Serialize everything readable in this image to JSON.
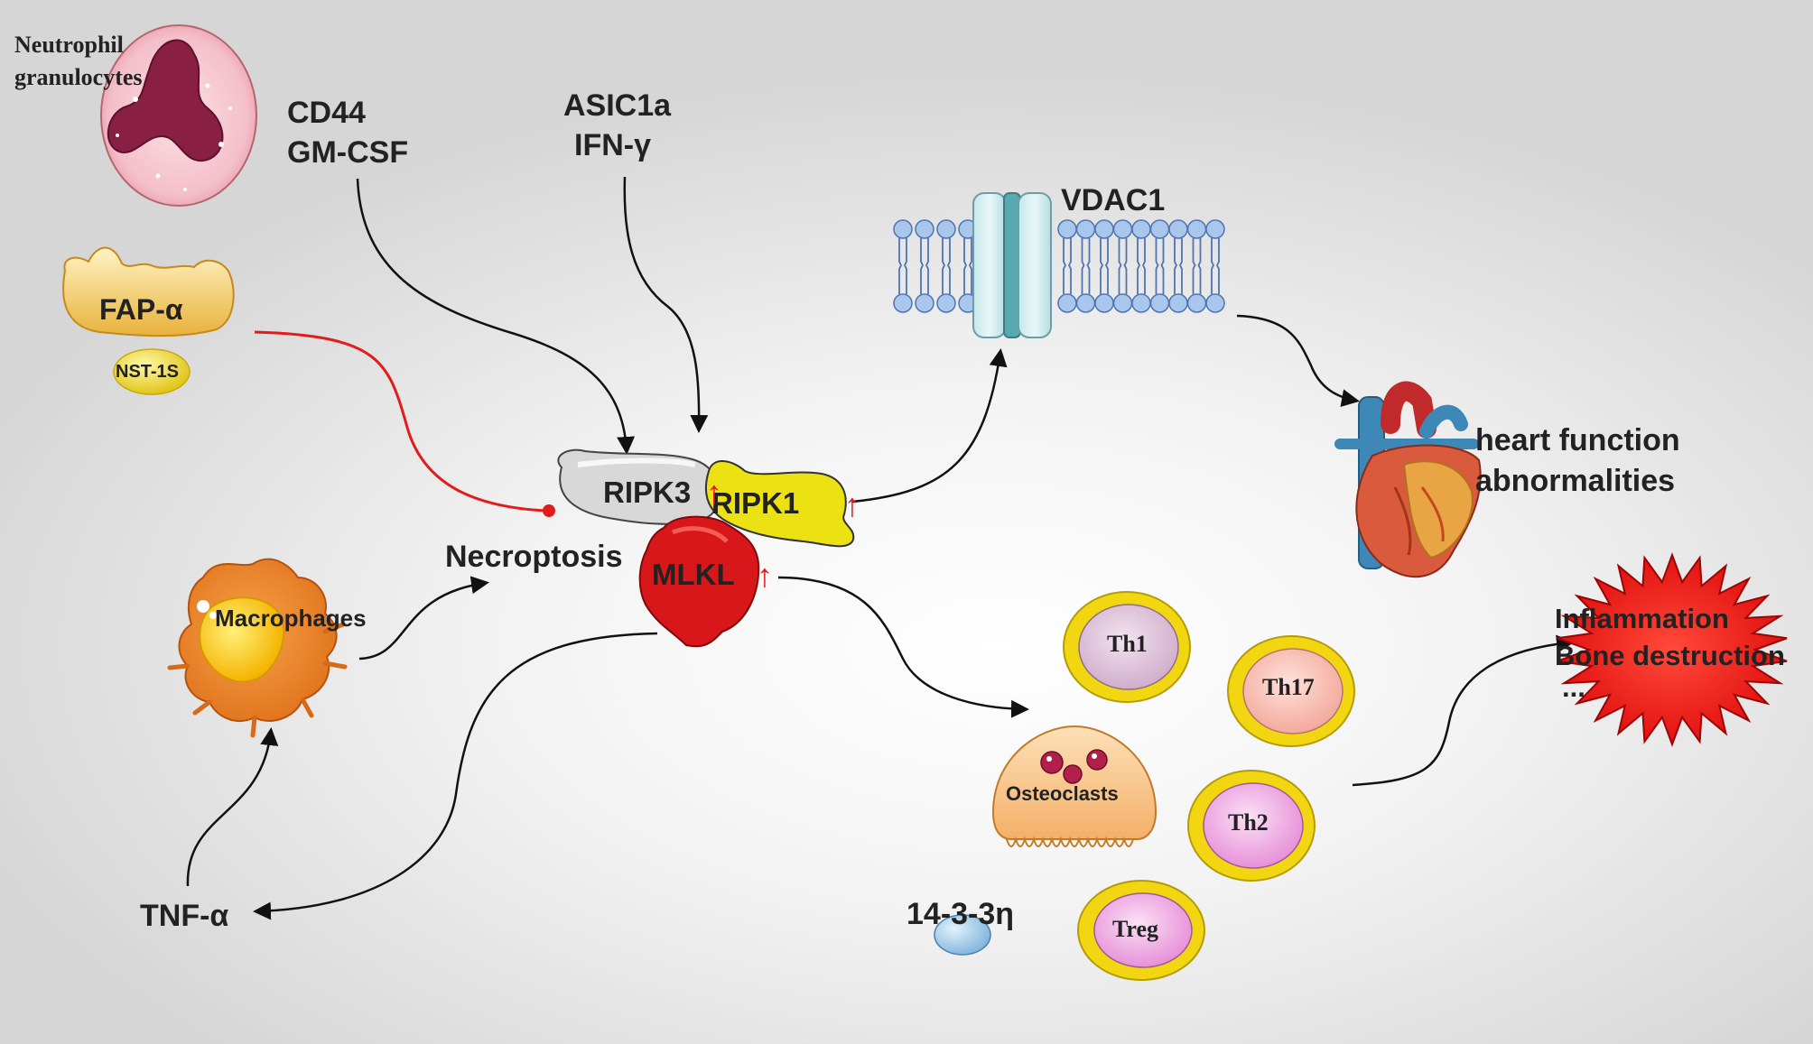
{
  "labels": {
    "neutrophil_line1": "Neutrophil",
    "neutrophil_line2": "granulocytes",
    "cd44": "CD44",
    "gmcsf": "GM-CSF",
    "asic1a": "ASIC1a",
    "ifng": "IFN-γ",
    "vdac1": "VDAC1",
    "fap": "FAP-α",
    "nst": "NST-1S",
    "ripk3": "RIPK3",
    "ripk1": "RIPK1",
    "mlkl": "MLKL",
    "necroptosis": "Necroptosis",
    "macrophages": "Macrophages",
    "tnf": "TNF-α",
    "heart_line1": "heart function",
    "heart_line2": "abnormalities",
    "th1": "Th1",
    "th17": "Th17",
    "th2": "Th2",
    "treg": "Treg",
    "osteoclasts": "Osteoclasts",
    "protein1433": "14-3-3η",
    "infl_line1": "Inflammation",
    "infl_line2": "Bone destruction",
    "infl_line3": "...",
    "up_arrow": "↑"
  },
  "colors": {
    "inhibition": "#e21b1b",
    "arrow": "#111111",
    "upregulation": "#e21b1b",
    "mlkl": "#d8171b",
    "ripk1": "#ece213",
    "ripk3": "#dcdcdc",
    "starburst": "#ee1212",
    "tcell_ring": "#f2d612"
  }
}
